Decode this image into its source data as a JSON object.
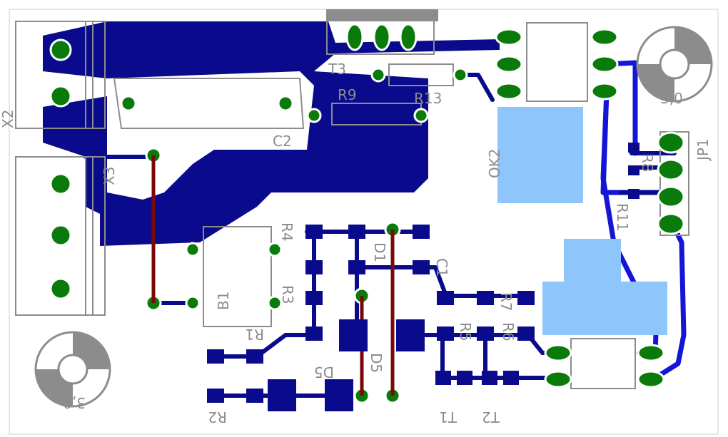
{
  "colors": {
    "background": "#ffffff",
    "copper_top": "#0a0a8c",
    "copper_bottom": "#1515d8",
    "pad": "#0a7a0a",
    "via_wire": "#7a0a0a",
    "silkscreen": "#8c8c8c",
    "keepout": "#8ec5fb",
    "smd_pad": "#0a0a8c"
  },
  "labels": {
    "x2": "X2",
    "x3": "X3",
    "t3": "T3",
    "r9": "R9",
    "r13": "R13",
    "c2": "C2",
    "ok2": "OK2",
    "r8": "R8",
    "jp1": "JP1",
    "r11": "R11",
    "b1": "B1",
    "r4": "R4",
    "d1": "D1",
    "c1": "C1",
    "r3": "R3",
    "r1": "R1",
    "r7": "R7",
    "r5": "R5",
    "r6": "R6",
    "d5_top": "D5",
    "d5_bottom": "D5",
    "r2": "R2",
    "t1": "T1",
    "t2": "T2",
    "hole_top_right": "3,0",
    "hole_bottom_left": "3,0"
  }
}
